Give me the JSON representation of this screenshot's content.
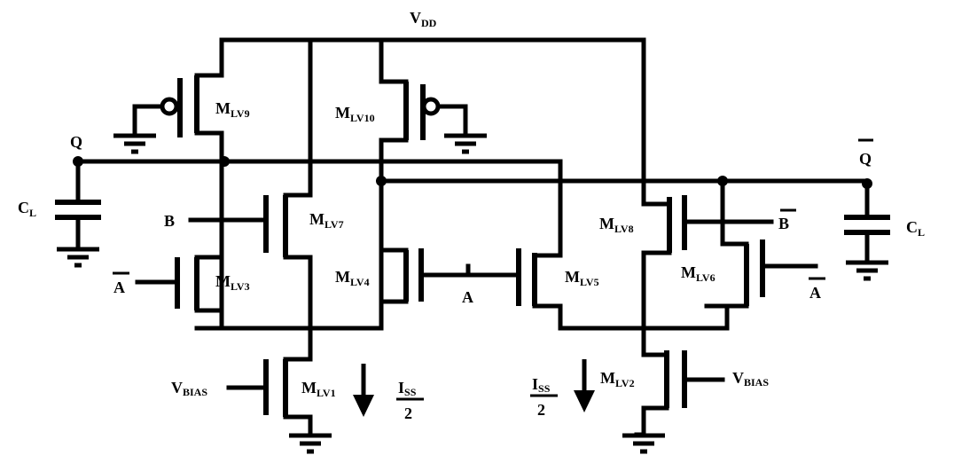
{
  "vdd": {
    "main": "V",
    "sub": "DD"
  },
  "q": "Q",
  "qbar": "Q",
  "cl_left": {
    "main": "C",
    "sub": "L"
  },
  "cl_right": {
    "main": "C",
    "sub": "L"
  },
  "in_b": "B",
  "in_bbar": "B",
  "in_abar_left": "A",
  "in_abar_right": "A",
  "in_a": "A",
  "vbias_left": {
    "main": "V",
    "sub": "BIAS"
  },
  "vbias_right": {
    "main": "V",
    "sub": "BIAS"
  },
  "m_lv1": {
    "main": "M",
    "sub": "LV1"
  },
  "m_lv2": {
    "main": "M",
    "sub": "LV2"
  },
  "m_lv3": {
    "main": "M",
    "sub": "LV3"
  },
  "m_lv4": {
    "main": "M",
    "sub": "LV4"
  },
  "m_lv5": {
    "main": "M",
    "sub": "LV5"
  },
  "m_lv6": {
    "main": "M",
    "sub": "LV6"
  },
  "m_lv7": {
    "main": "M",
    "sub": "LV7"
  },
  "m_lv8": {
    "main": "M",
    "sub": "LV8"
  },
  "m_lv9": {
    "main": "M",
    "sub": "LV9"
  },
  "m_lv10": {
    "main": "M",
    "sub": "LV10"
  },
  "iss_left": {
    "num": "I",
    "num_sub": "SS",
    "den": "2"
  },
  "iss_right": {
    "num": "I",
    "num_sub": "SS",
    "den": "2"
  }
}
